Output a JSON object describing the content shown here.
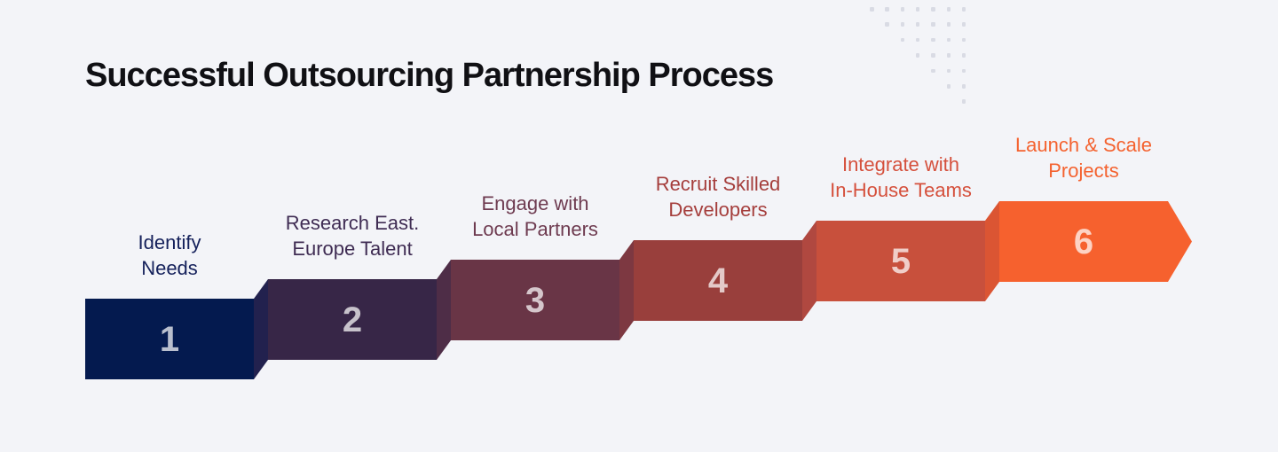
{
  "title": "Successful Outsourcing Partnership Process",
  "colors": {
    "background": "#F3F4F8",
    "title": "#101014",
    "step_number": "rgba(255,255,255,0.72)",
    "dot": "#D9DBE4"
  },
  "decor": {
    "dot_pattern": "triangle",
    "dot_rows": 7,
    "dot_cols": 7
  },
  "steps": [
    {
      "number": "1",
      "label": "Identify\nNeeds",
      "label_color": "#15215B",
      "body_color": "#041A4F",
      "connector_color": null,
      "arrow": false
    },
    {
      "number": "2",
      "label": "Research East.\nEurope Talent",
      "label_color": "#3F2C53",
      "body_color": "#372647",
      "connector_color": "#22214E",
      "arrow": false
    },
    {
      "number": "3",
      "label": "Engage with\nLocal Partners",
      "label_color": "#6E3B50",
      "body_color": "#693546",
      "connector_color": "#4E2D47",
      "arrow": false
    },
    {
      "number": "4",
      "label": "Recruit Skilled\nDevelopers",
      "label_color": "#A53E3C",
      "body_color": "#993F3C",
      "connector_color": "#7D3841",
      "arrow": false
    },
    {
      "number": "5",
      "label": "Integrate with\nIn-House Teams",
      "label_color": "#D5503C",
      "body_color": "#C8503C",
      "connector_color": "#B04840",
      "arrow": false
    },
    {
      "number": "6",
      "label": "Launch & Scale\nProjects",
      "label_color": "#F4622F",
      "body_color": "#F6612E",
      "connector_color": "#DB5533",
      "arrow": true
    }
  ]
}
